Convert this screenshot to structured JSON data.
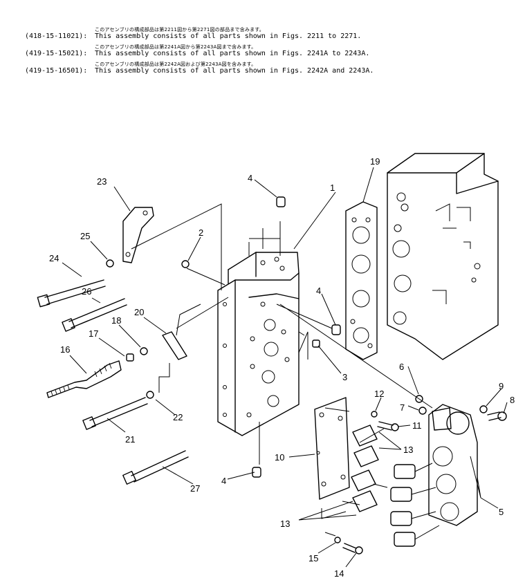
{
  "header": {
    "rows": [
      {
        "part_number": "(418-15-11021):",
        "japanese": "このアセンブリの構成部品は第2211図から第2271図の部品まで含みます。",
        "english": "This assembly consists of all parts shown in Figs. 2211 to 2271."
      },
      {
        "part_number": "(419-15-15021):",
        "japanese": "このアセンブリの構成部品は第2241A図から第2243A図まで含みます。",
        "english": "This assembly consists of all parts shown in Figs. 2241A to 2243A."
      },
      {
        "part_number": "(419-15-16501):",
        "japanese": "このアセンブリの構成部品は第2242A図および第2243A図を含みます。",
        "english": "This assembly consists of all parts shown in Figs. 2242A and 2243A."
      }
    ]
  },
  "callouts": {
    "c1": "1",
    "c2": "2",
    "c3": "3",
    "c4a": "4",
    "c4b": "4",
    "c4c": "4",
    "c5": "5",
    "c6": "6",
    "c7": "7",
    "c8": "8",
    "c9": "9",
    "c10": "10",
    "c11": "11",
    "c12": "12",
    "c13a": "13",
    "c13b": "13",
    "c14": "14",
    "c15": "15",
    "c16": "16",
    "c17": "17",
    "c18": "18",
    "c19": "19",
    "c20": "20",
    "c21": "21",
    "c22": "22",
    "c23": "23",
    "c24": "24",
    "c25": "25",
    "c26": "26",
    "c27": "27"
  }
}
